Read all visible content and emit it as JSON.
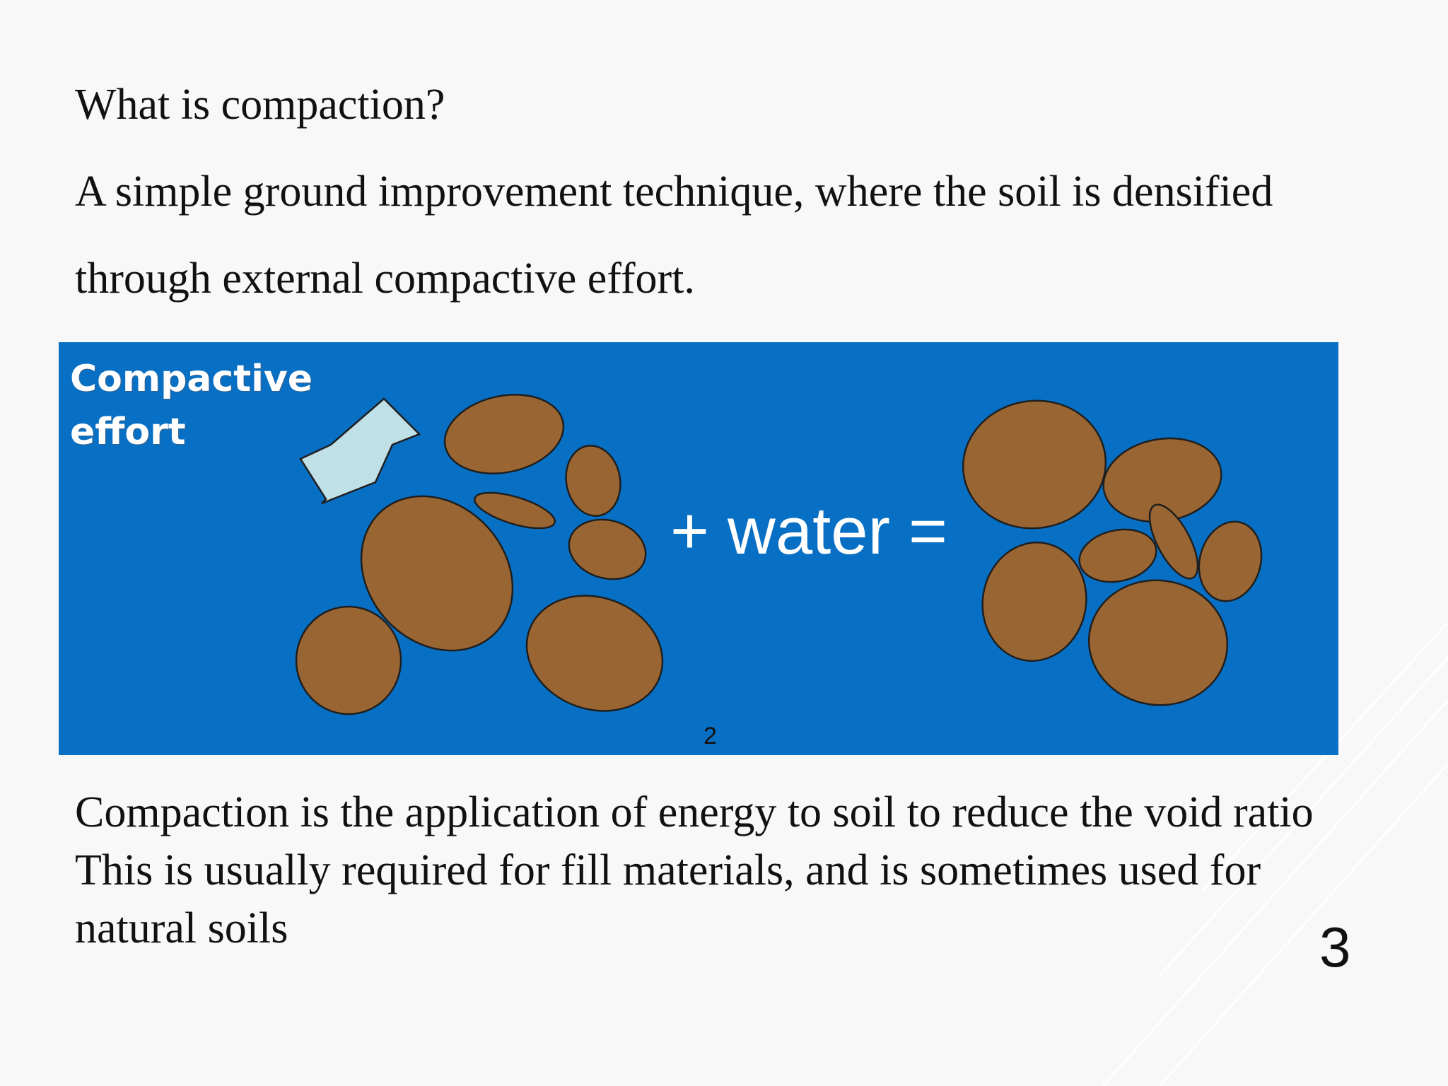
{
  "slide": {
    "heading": "What is compaction?",
    "definition_line1": "A simple ground improvement technique, where the soil is densified",
    "definition_line2": "through external compactive effort.",
    "body_line1": "Compaction is the application of energy to soil to reduce the void ratio",
    "body_line2": "This is usually required for fill materials, and is sometimes used for natural soils",
    "slide_number": "3"
  },
  "figure": {
    "label_line1": "Compactive",
    "label_line2": "effort",
    "equation_text": "+ water =",
    "figure_number": "2",
    "icons": [
      "compactive-effort-arrow-icon"
    ],
    "colors": {
      "panel_background": "#0870c4",
      "soil_grain": "#996633",
      "arrow_fill": "#bfe0e6",
      "label_text": "#ffffff"
    }
  }
}
